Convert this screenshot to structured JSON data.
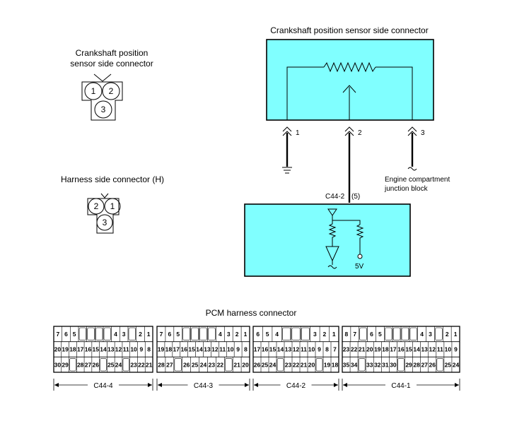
{
  "top_connector": {
    "title_line1": "Crankshaft position",
    "title_line2": "sensor side connector",
    "pins": [
      "1",
      "2",
      "3"
    ]
  },
  "harness_connector": {
    "title": "Harness side connector (H)",
    "pins": [
      "2",
      "1",
      "3"
    ]
  },
  "sensor_box": {
    "title": "Crankshaft position sensor side connector",
    "fill": "#80ffff",
    "terminals": [
      "1",
      "2",
      "3"
    ]
  },
  "junction_label": {
    "line1": "Engine compartment",
    "line2": "junction block"
  },
  "pcm_box": {
    "connector_label": "C44-2",
    "pin_label": "(5)",
    "voltage": "5V",
    "fill": "#80ffff"
  },
  "pcm_harness": {
    "title": "PCM harness connector",
    "blocks": [
      {
        "name": "C44-4",
        "rows": [
          [
            "7",
            "6",
            "5",
            "",
            "",
            "",
            "",
            "4",
            "3",
            "",
            "2",
            "1"
          ],
          [
            "20",
            "19",
            "18",
            "17",
            "16",
            "15",
            "14",
            "13",
            "12",
            "11",
            "10",
            "9",
            "8"
          ],
          [
            "30",
            "29",
            "",
            "28",
            "27",
            "26",
            "",
            "25",
            "24",
            "",
            "23",
            "22",
            "21"
          ]
        ]
      },
      {
        "name": "C44-3",
        "rows": [
          [
            "7",
            "6",
            "5",
            "",
            "",
            "",
            "",
            "4",
            "3",
            "2",
            "1"
          ],
          [
            "19",
            "18",
            "17",
            "16",
            "15",
            "14",
            "13",
            "12",
            "11",
            "10",
            "9",
            "8"
          ],
          [
            "28",
            "27",
            "",
            "26",
            "25",
            "24",
            "23",
            "22",
            "",
            "21",
            "20"
          ]
        ]
      },
      {
        "name": "C44-2",
        "rows": [
          [
            "6",
            "5",
            "4",
            "",
            "",
            "",
            "3",
            "2",
            "1"
          ],
          [
            "17",
            "16",
            "15",
            "14",
            "13",
            "12",
            "11",
            "10",
            "9",
            "8",
            "7"
          ],
          [
            "26",
            "25",
            "24",
            "",
            "23",
            "22",
            "21",
            "20",
            "",
            "19",
            "18"
          ]
        ]
      },
      {
        "name": "C44-1",
        "rows": [
          [
            "8",
            "7",
            "",
            "6",
            "5",
            "",
            "",
            "",
            "",
            "4",
            "3",
            "",
            "2",
            "1"
          ],
          [
            "23",
            "22",
            "21",
            "20",
            "19",
            "18",
            "17",
            "16",
            "15",
            "14",
            "13",
            "12",
            "11",
            "10",
            "9"
          ],
          [
            "35",
            "34",
            "",
            "33",
            "32",
            "31",
            "30",
            "",
            "29",
            "28",
            "27",
            "26",
            "",
            "25",
            "24"
          ]
        ]
      }
    ]
  }
}
